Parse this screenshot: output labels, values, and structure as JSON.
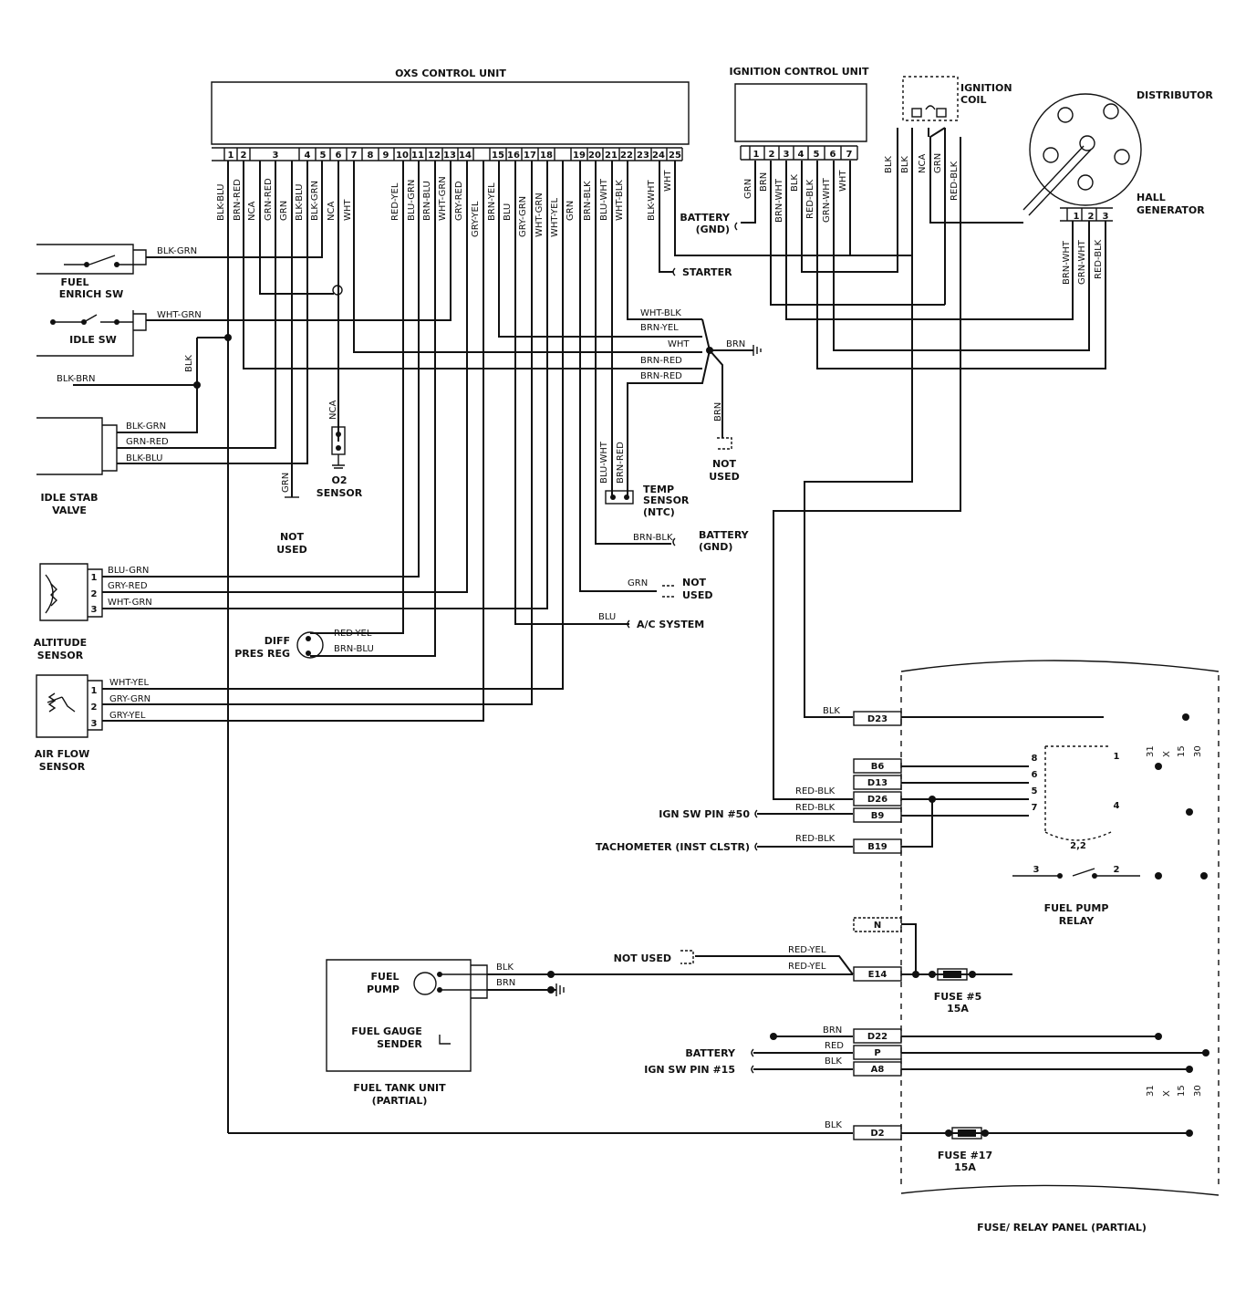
{
  "ecu": {
    "title": "OXS CONTROL UNIT",
    "pins": [
      "1",
      "2",
      "3",
      "4",
      "5",
      "6",
      "7",
      "8",
      "9",
      "10",
      "11",
      "12",
      "13",
      "14",
      "15",
      "16",
      "17",
      "18",
      "19",
      "20",
      "21",
      "22",
      "23",
      "24",
      "25"
    ],
    "wires": [
      "BLK-BLU",
      "BRN-RED",
      "NCA",
      "GRN-RED",
      "GRN",
      "BLK-BLU",
      "BLK-GRN",
      "NCA",
      "WHT",
      "RED-YEL",
      "BLU-GRN",
      "BRN-BLU",
      "WHT-GRN",
      "GRY-RED",
      "GRY-YEL",
      "BRN-YEL",
      "BLU",
      "GRY-GRN",
      "WHT-GRN",
      "WHT-YEL",
      "GRN",
      "BRN-BLK",
      "BLU-WHT",
      "WHT-BLK",
      "BLK-WHT",
      "WHT"
    ]
  },
  "icu": {
    "title": "IGNITION CONTROL UNIT",
    "pins": [
      "1",
      "2",
      "3",
      "4",
      "5",
      "6",
      "7"
    ],
    "wires": [
      "GRN",
      "BRN",
      "BRN-WHT",
      "BLK",
      "RED-BLK",
      "GRN-WHT",
      "WHT"
    ],
    "battery": [
      "BATTERY",
      "(GND)"
    ],
    "starter": "STARTER"
  },
  "coil": {
    "title": [
      "IGNITION",
      "COIL"
    ],
    "wires": [
      "BLK",
      "BLK",
      "NCA",
      "GRN",
      "RED-BLK"
    ]
  },
  "distributor": {
    "title": "DISTRIBUTOR"
  },
  "hall": {
    "title": [
      "HALL",
      "GENERATOR"
    ],
    "pins": [
      "1",
      "2",
      "3"
    ],
    "wires": [
      "BRN-WHT",
      "GRN-WHT",
      "RED-BLK"
    ]
  },
  "fuel_enrich": {
    "title": [
      "FUEL",
      "ENRICH SW"
    ],
    "wire": "BLK-GRN"
  },
  "idle_sw": {
    "title": "IDLE SW",
    "wire": "WHT-GRN",
    "ground_wire": "BLK-BRN",
    "blk": "BLK"
  },
  "idle_stab": {
    "title": [
      "IDLE STAB",
      "VALVE"
    ],
    "wires": [
      "BLK-GRN",
      "GRN-RED",
      "BLK-BLU"
    ]
  },
  "o2": {
    "title": [
      "O2",
      "SENSOR"
    ],
    "wire": "NCA"
  },
  "not_used_grn": {
    "wire": "GRN",
    "title": [
      "NOT",
      "USED"
    ]
  },
  "ground_junction": {
    "wires": [
      "WHT-BLK",
      "BRN-YEL",
      "WHT",
      "BRN-RED",
      "BRN-RED"
    ],
    "out": "BRN",
    "down": "BRN",
    "title": [
      "NOT",
      "USED"
    ]
  },
  "temp_sensor": {
    "wires": [
      "BLU-WHT",
      "BRN-RED"
    ],
    "title": [
      "TEMP",
      "SENSOR",
      "(NTC)"
    ]
  },
  "battery_gnd": {
    "wire": "BRN-BLK",
    "title": [
      "BATTERY",
      "(GND)"
    ]
  },
  "not_used2": {
    "wire": "GRN",
    "title": [
      "NOT",
      "USED"
    ]
  },
  "ac": {
    "wire": "BLU",
    "title": "A/C SYSTEM"
  },
  "altitude": {
    "title": [
      "ALTITUDE",
      "SENSOR"
    ],
    "pins": [
      "1",
      "2",
      "3"
    ],
    "wires": [
      "BLU-GRN",
      "GRY-RED",
      "WHT-GRN"
    ]
  },
  "diff": {
    "title": [
      "DIFF",
      "PRES REG"
    ],
    "wires": [
      "RED-YEL",
      "BRN-BLU"
    ]
  },
  "airflow": {
    "title": [
      "AIR FLOW",
      "SENSOR"
    ],
    "pins": [
      "1",
      "2",
      "3"
    ],
    "wires": [
      "WHT-YEL",
      "GRY-GRN",
      "GRY-YEL"
    ]
  },
  "panel": {
    "title": "FUSE/ RELAY PANEL (PARTIAL)",
    "connectors": [
      "D23",
      "B6",
      "D13",
      "D26",
      "B9",
      "B19",
      "N",
      "E14",
      "D22",
      "P",
      "A8",
      "D2"
    ],
    "left_wires": {
      "d23": "BLK",
      "d26": "RED-BLK",
      "b9": "RED-BLK",
      "b19": "RED-BLK",
      "e14a": "RED-YEL",
      "e14b": "RED-YEL",
      "d22": "BRN",
      "p": "RED",
      "a8": "BLK",
      "d2": "BLK"
    },
    "externals": {
      "ign50": "IGN SW PIN #50",
      "tach": "TACHOMETER (INST CLSTR)",
      "not_used": "NOT USED",
      "battery": "BATTERY",
      "ign15": "IGN SW PIN #15"
    },
    "relay_pins": [
      "8",
      "6",
      "5",
      "7",
      "1",
      "4",
      "2,2",
      "3",
      "2"
    ],
    "relay_title": [
      "FUEL PUMP",
      "RELAY"
    ],
    "fuse5": [
      "FUSE #5",
      "15A"
    ],
    "fuse17": [
      "FUSE #17",
      "15A"
    ],
    "bus": [
      "31",
      "X",
      "15",
      "30"
    ]
  },
  "fuel_tank": {
    "title": [
      "FUEL TANK UNIT",
      "(PARTIAL)"
    ],
    "pump": [
      "FUEL",
      "PUMP"
    ],
    "sender": [
      "FUEL GAUGE",
      "SENDER"
    ],
    "wires": [
      "BLK",
      "BRN"
    ]
  }
}
